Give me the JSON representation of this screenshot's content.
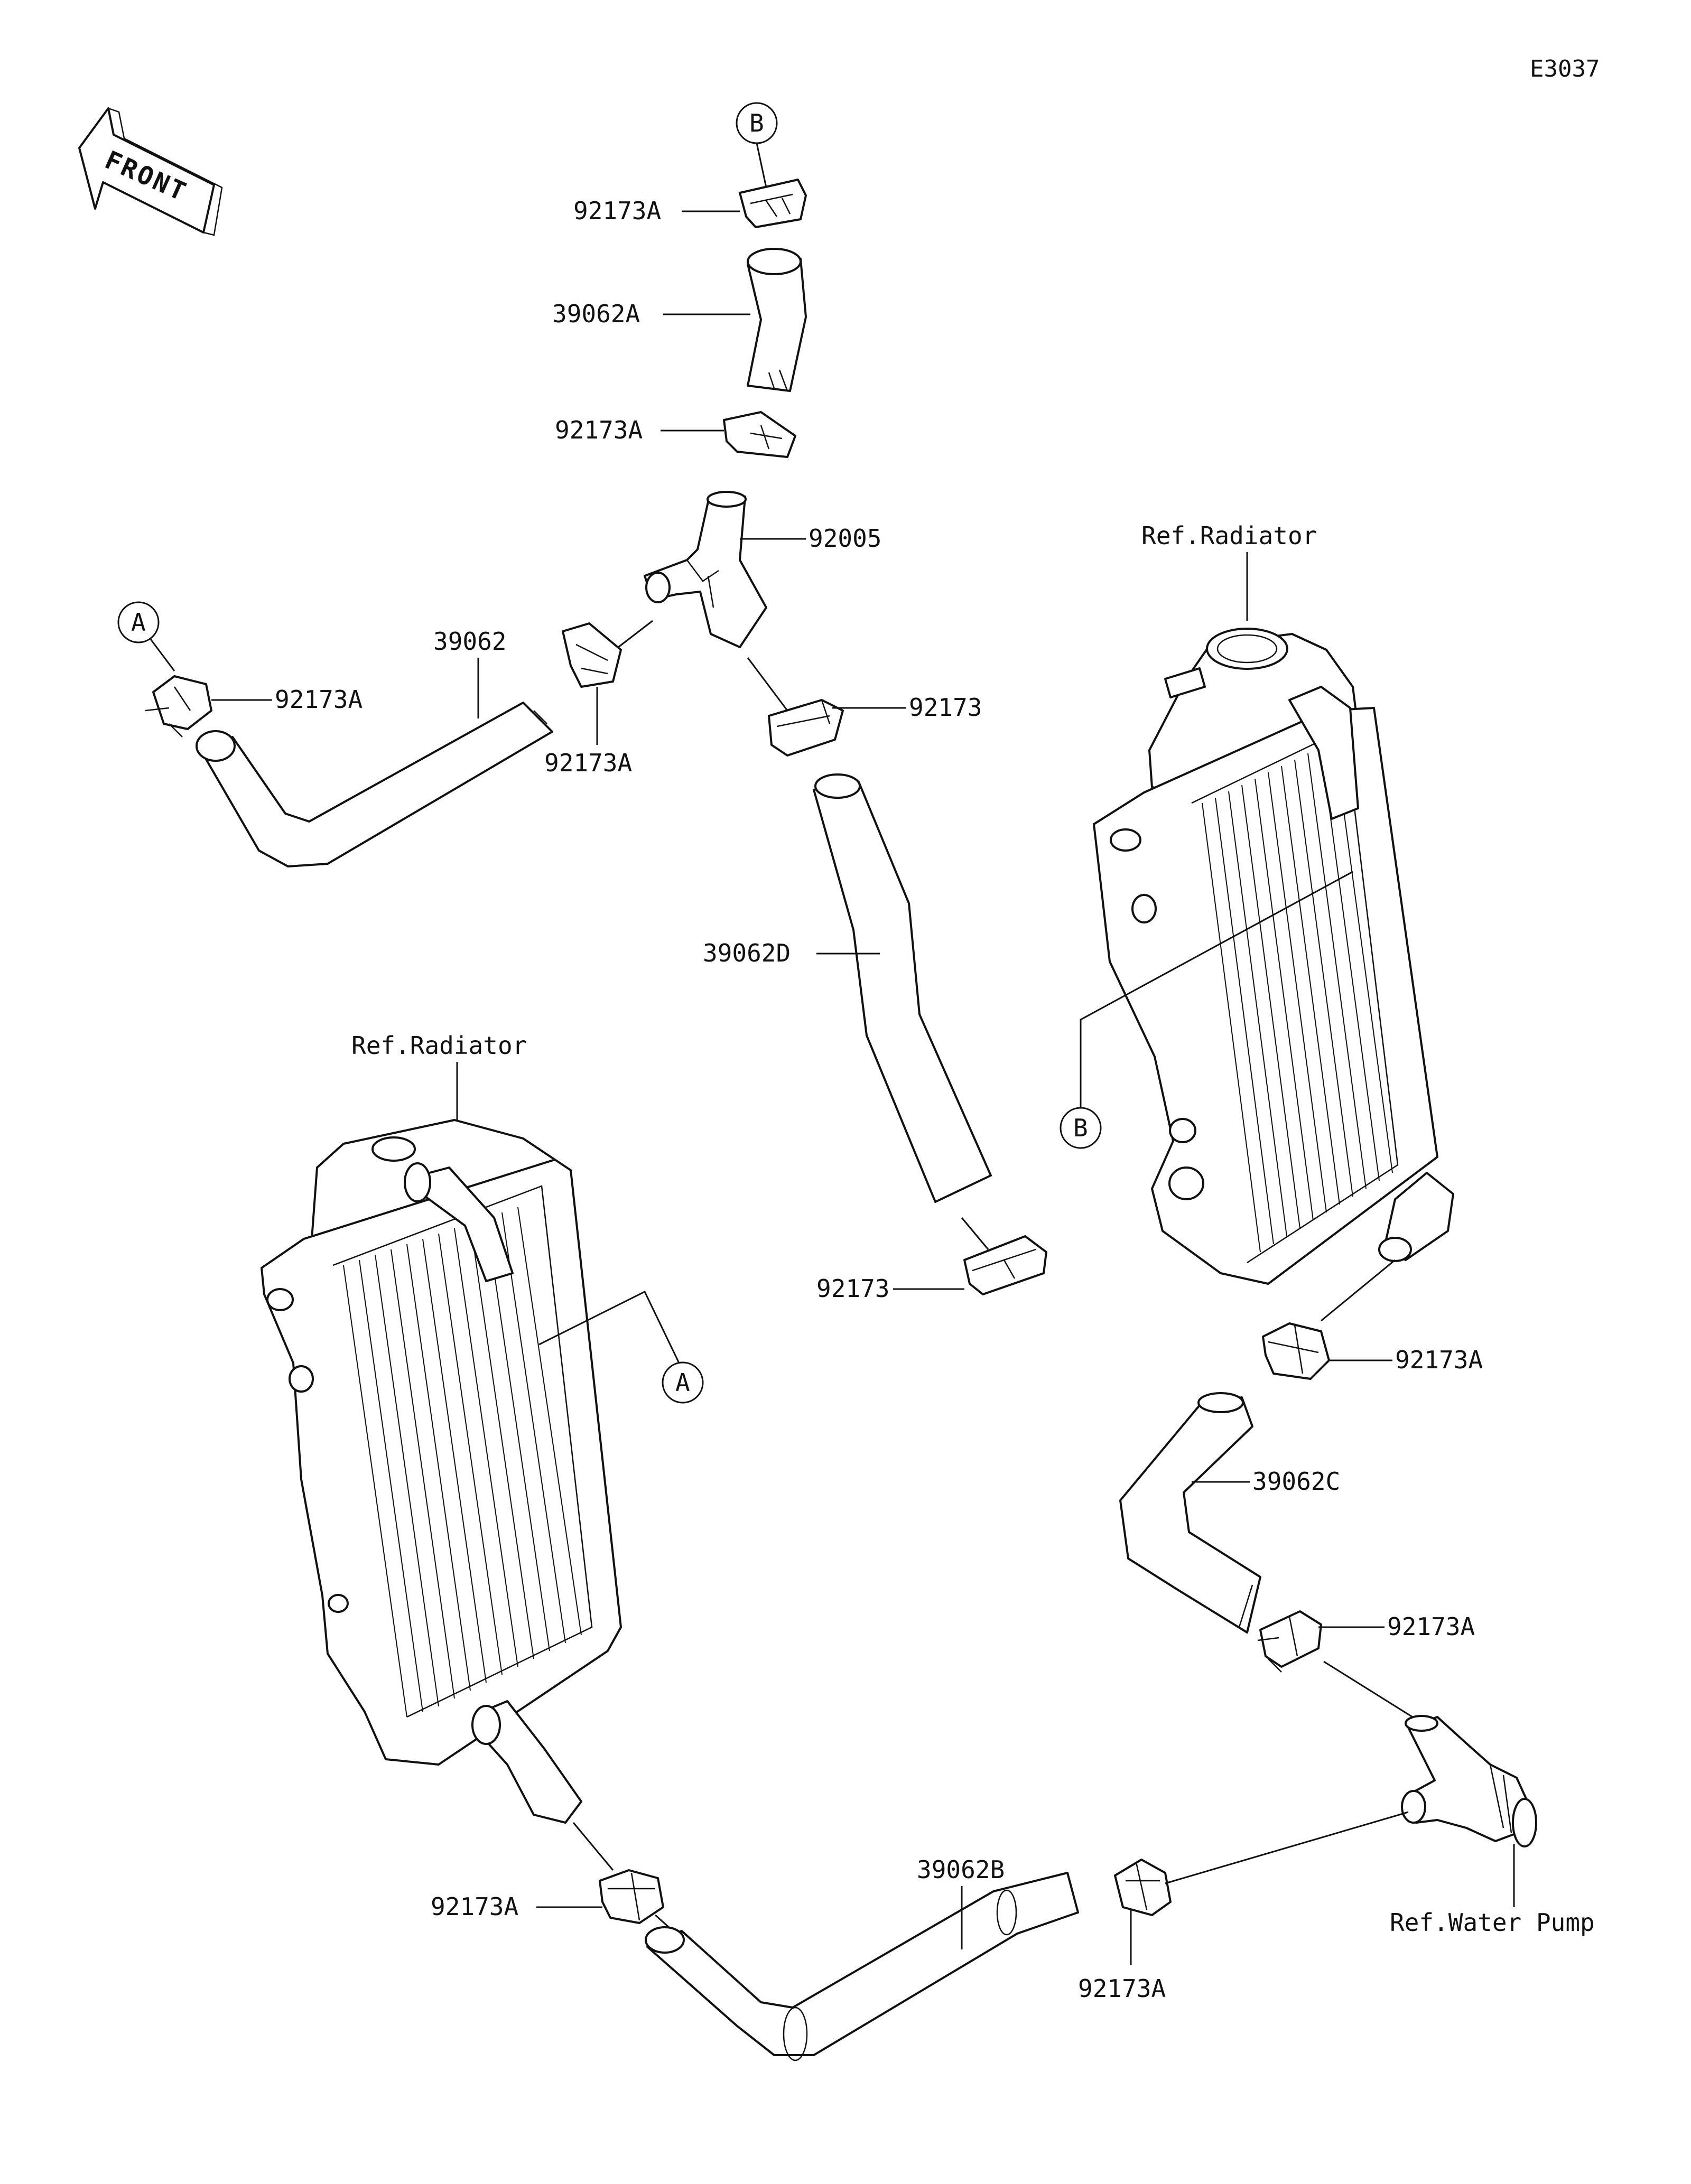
{
  "diagram_code": "E3037",
  "front_label": "FRONT",
  "parts": {
    "p_92173A_top": "92173A",
    "p_39062A": "39062A",
    "p_92173A_mid": "92173A",
    "p_92005": "92005",
    "p_39062": "39062",
    "p_92173A_left": "92173A",
    "p_92173A_under": "92173A",
    "p_92173": "92173",
    "p_39062D": "39062D",
    "p_92173_lower": "92173",
    "p_92173A_right1": "92173A",
    "p_39062C": "39062C",
    "p_92173A_right2": "92173A",
    "p_39062B": "39062B",
    "p_92173A_bottom_left": "92173A",
    "p_92173A_bottom_mid": "92173A"
  },
  "refs": {
    "radiator_right": "Ref.Radiator",
    "radiator_left": "Ref.Radiator",
    "water_pump": "Ref.Water Pump"
  },
  "callouts": {
    "A_top": "A",
    "A_bottom": "A",
    "B_top": "B",
    "B_bottom": "B"
  }
}
